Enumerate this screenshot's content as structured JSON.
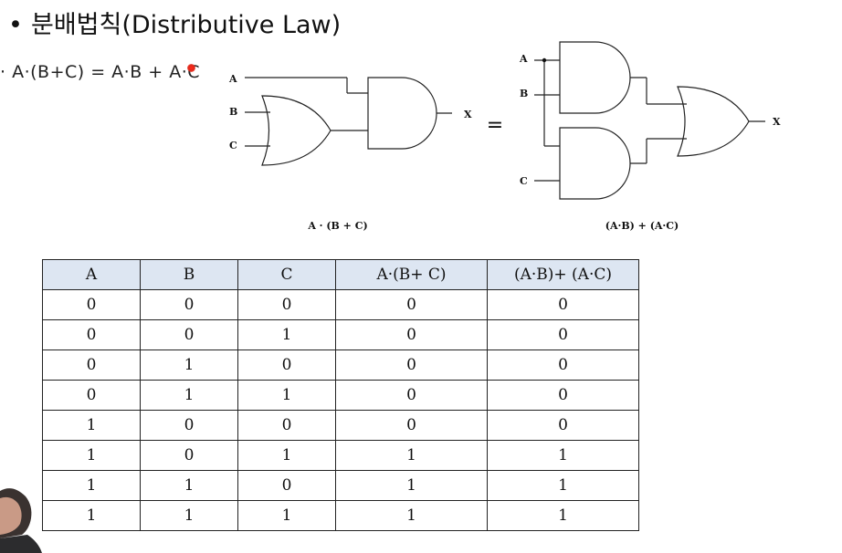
{
  "title": {
    "bullet": "•",
    "text": "분배법칙(Distributive Law)"
  },
  "formula": "· A·(B+C) = A·B + A·C",
  "circuit_left": {
    "inputs": [
      "A",
      "B",
      "C"
    ],
    "output": "X",
    "caption": "A · (B + C)"
  },
  "equals": "=",
  "circuit_right": {
    "inputs": [
      "A",
      "B",
      "C"
    ],
    "output": "X",
    "caption": "(A·B) + (A·C)"
  },
  "table": {
    "headers": [
      "A",
      "B",
      "C",
      "A·(B+ C)",
      "(A·B)+ (A·C)"
    ],
    "rows": [
      [
        "0",
        "0",
        "0",
        "0",
        "0"
      ],
      [
        "0",
        "0",
        "1",
        "0",
        "0"
      ],
      [
        "0",
        "1",
        "0",
        "0",
        "0"
      ],
      [
        "0",
        "1",
        "1",
        "0",
        "0"
      ],
      [
        "1",
        "0",
        "0",
        "0",
        "0"
      ],
      [
        "1",
        "0",
        "1",
        "1",
        "1"
      ],
      [
        "1",
        "1",
        "0",
        "1",
        "1"
      ],
      [
        "1",
        "1",
        "1",
        "1",
        "1"
      ]
    ]
  },
  "colors": {
    "header_bg": "#dde6f2",
    "laser": "#e0281a"
  }
}
